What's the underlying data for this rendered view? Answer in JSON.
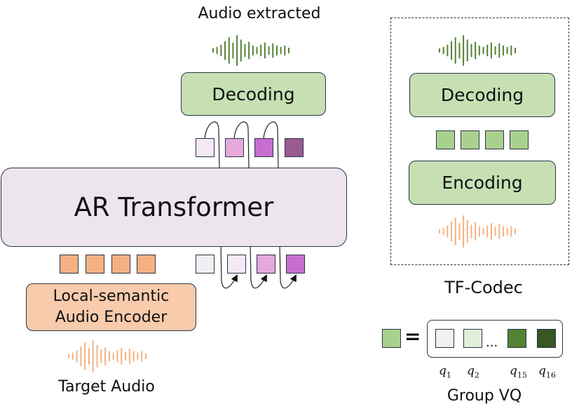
{
  "labels": {
    "audio_extracted": "Audio extracted",
    "decoding_main": "Decoding",
    "ar_transformer": "AR Transformer",
    "encoder_line1": "Local-semantic",
    "encoder_line2": "Audio Encoder",
    "target_audio": "Target Audio",
    "codec_decoding": "Decoding",
    "codec_encoding": "Encoding",
    "tf_codec": "TF-Codec",
    "equals": "=",
    "ellipsis": "...",
    "group_vq": "Group VQ"
  },
  "vq_labels": [
    {
      "q": "q",
      "sub": "1"
    },
    {
      "q": "q",
      "sub": "2"
    },
    {
      "q": "q",
      "sub": "15"
    },
    {
      "q": "q",
      "sub": "16"
    }
  ],
  "colors": {
    "green_box": "#c6e0b4",
    "green_token": "#a9d18e",
    "orange_box": "#f8cbad",
    "orange_token": "#f4b183",
    "ar_box": "#ece5ee",
    "purple_1": "#f5e9f5",
    "purple_2": "#e5a9dc",
    "purple_3": "#c66fd0",
    "purple_4": "#9a5a92",
    "waveform_green": "#538135",
    "waveform_orange": "#f4b183",
    "vq_1": "#f0f1f0",
    "vq_2": "#e2efda",
    "vq_15": "#548235",
    "vq_16": "#385723"
  }
}
